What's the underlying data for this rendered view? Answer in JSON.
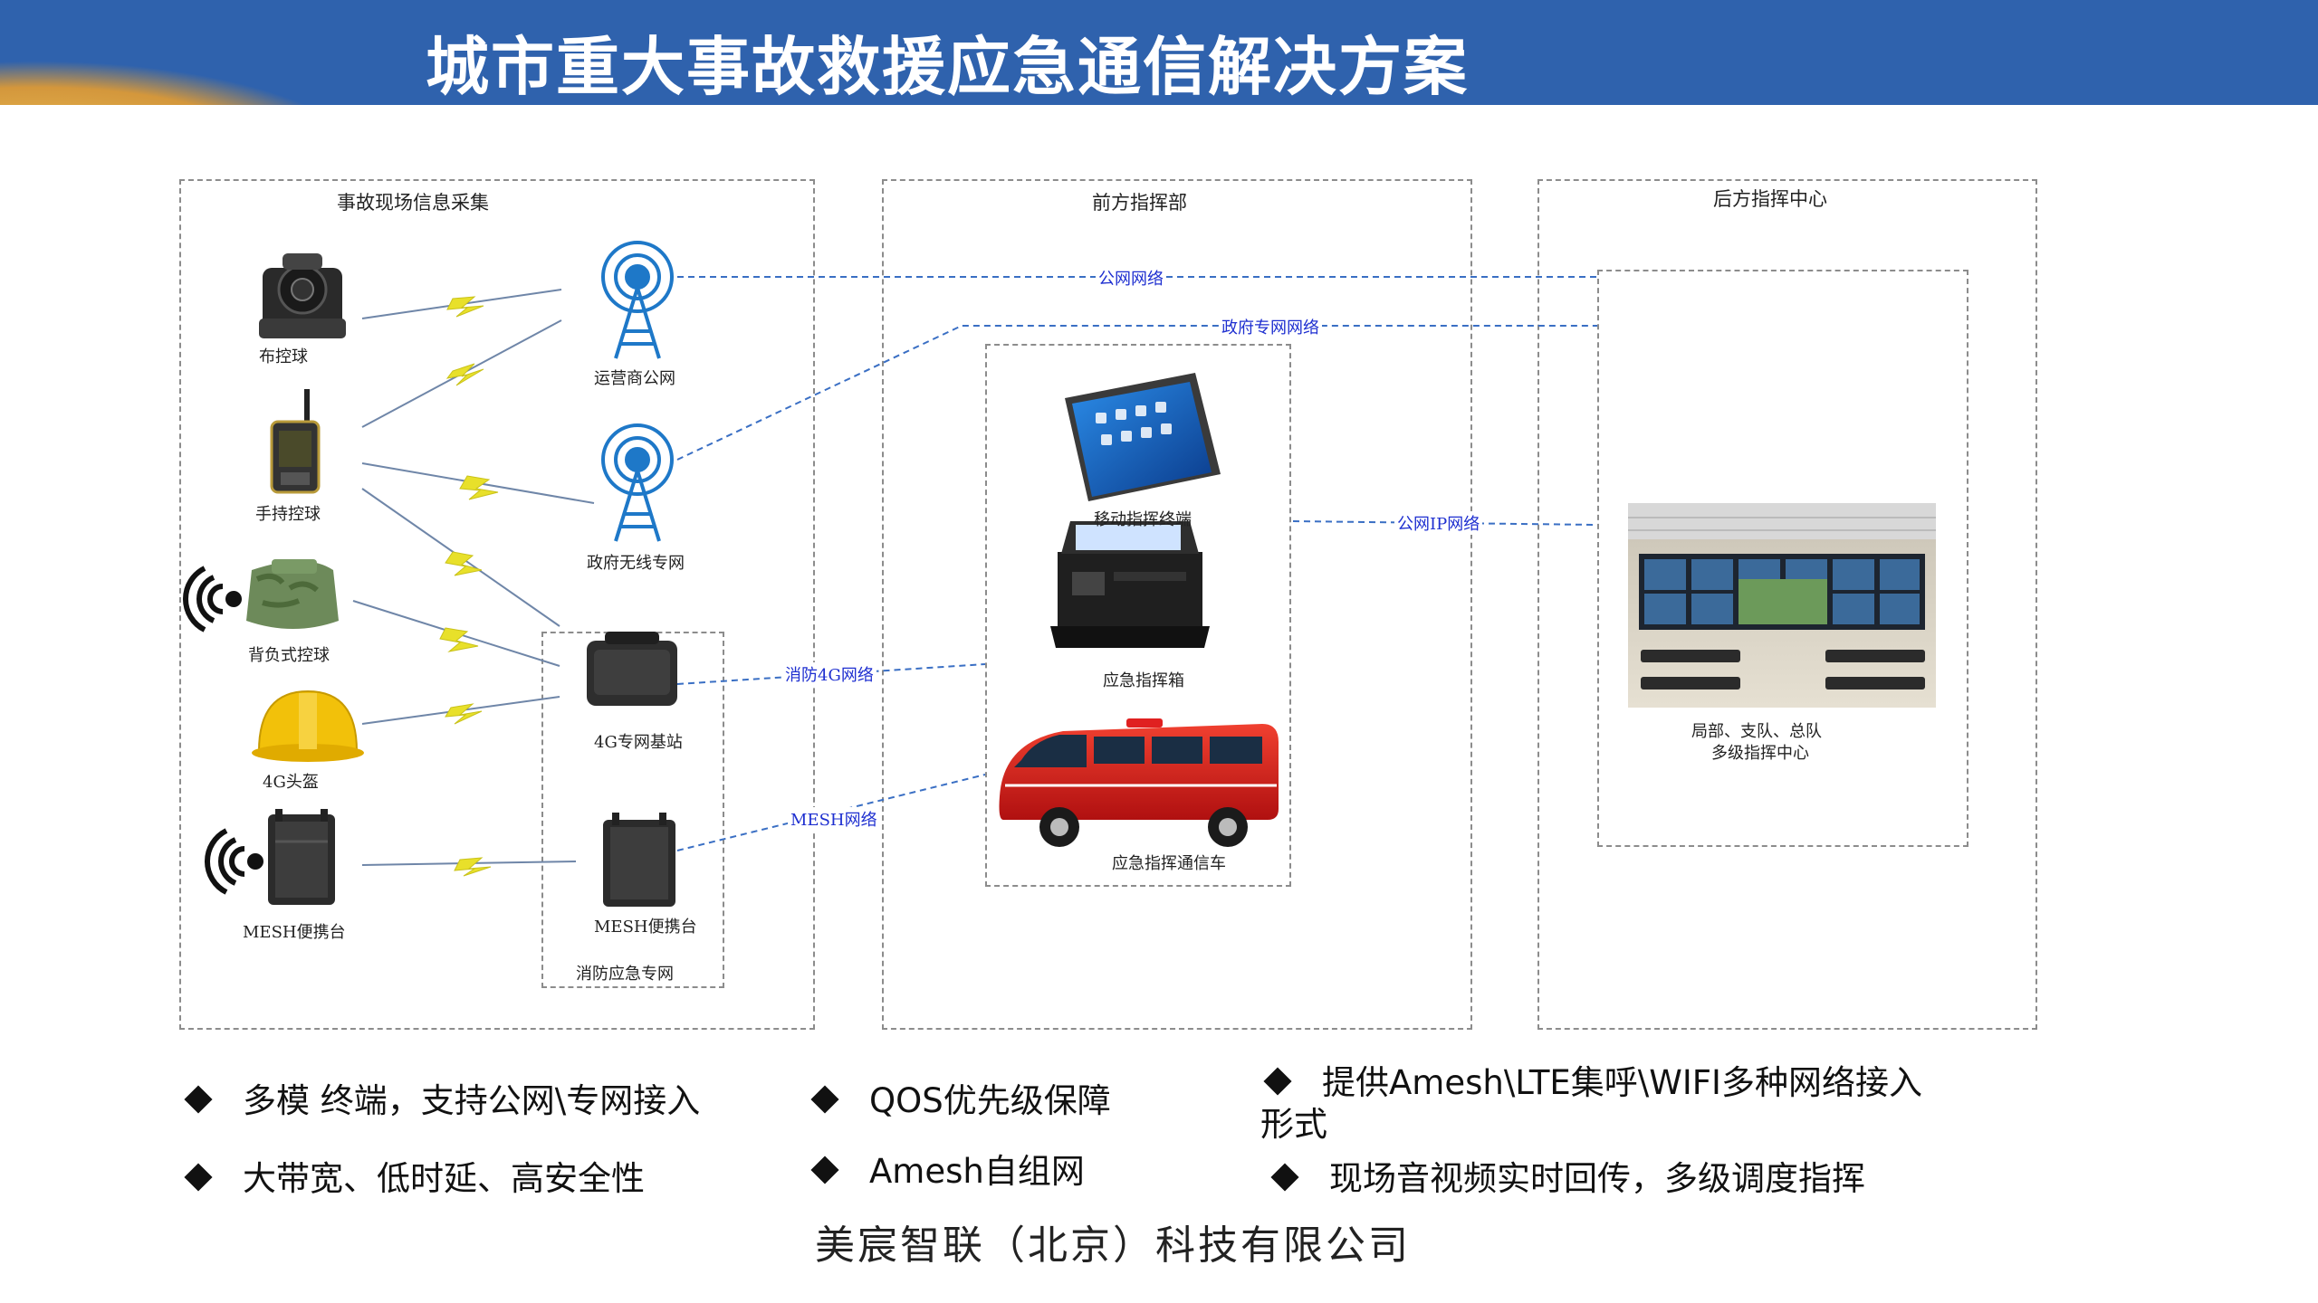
{
  "header": {
    "title": "城市重大事故救援应急通信解决方案"
  },
  "regions": {
    "scene": {
      "label": "事故现场信息采集"
    },
    "front": {
      "label": "前方指挥部"
    },
    "rear": {
      "label": "后方指挥中心"
    }
  },
  "devices": {
    "dome_camera": "布控球",
    "handheld": "手持控球",
    "backpack": "背负式控球",
    "helmet": "4G头盔",
    "mesh_portable_left": "MESH便携台",
    "carrier_tower": "运营商公网",
    "gov_tower": "政府无线专网",
    "base_station": "4G专网基站",
    "mesh_portable_mid": "MESH便携台",
    "fire_network": "消防应急专网",
    "tablet": "移动指挥终端",
    "cmd_box": "应急指挥箱",
    "vehicle": "应急指挥通信车",
    "control_center_line1": "局部、支队、总队",
    "control_center_line2": "多级指挥中心"
  },
  "links": {
    "public": "公网网络",
    "gov": "政府专网网络",
    "public_ip": "公网IP网络",
    "fire4g": "消防4G网络",
    "mesh": "MESH网络"
  },
  "bullets": [
    "多模 终端，支持公网\\专网接入",
    "QOS优先级保障",
    "提供Amesh\\LTE集呼\\WIFI多种网络接入",
    "形式",
    "大带宽、低时延、高安全性",
    "Amesh自组网",
    "现场音视频实时回传，多级调度指挥"
  ],
  "footer": {
    "company": "美宸智联（北京）科技有限公司"
  },
  "colors": {
    "header_bg": "#2f62ad",
    "link_blue": "#3a6fc4",
    "bolt": "#e8e02a"
  }
}
